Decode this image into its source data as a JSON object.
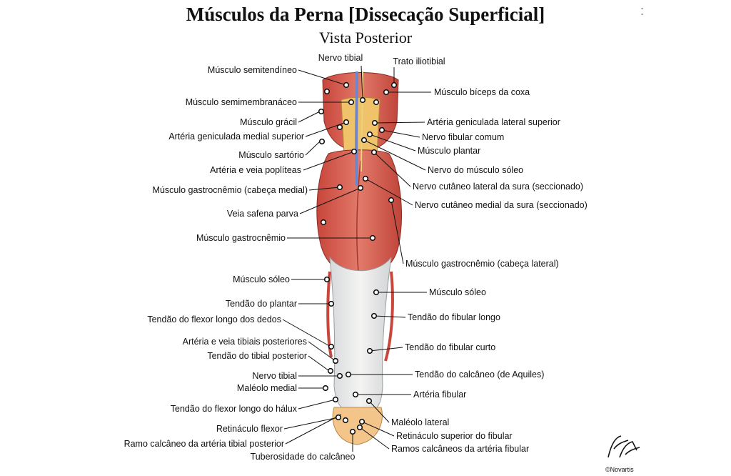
{
  "title": "Músculos da Perna [Dissecação Superficial]",
  "subtitle": "Vista Posterior",
  "corner_mark": ":",
  "signature": "F. Netter",
  "copyright": "©Novartis",
  "labels_left": [
    "Músculo semitendíneo",
    "Músculo semimembranáceo",
    "Músculo grácil",
    "Artéria geniculada medial superior",
    "Músculo sartório",
    "Artéria e veia poplíteas",
    "Músculo gastrocnêmio (cabeça medial)",
    "Veia safena parva",
    "Músculo gastrocnêmio",
    "Músculo sóleo",
    "Tendão do plantar",
    "Tendão do flexor longo dos dedos",
    "Artéria e veia tibiais posteriores",
    "Tendão do tibial posterior",
    "Nervo tibial",
    "Maléolo medial",
    "Tendão do flexor longo do hálux",
    "Retináculo flexor",
    "Ramo calcâneo da artéria tibial posterior",
    "Tuberosidade do calcâneo"
  ],
  "labels_top": [
    "Nervo tibial",
    "Trato iliotibial"
  ],
  "labels_right": [
    "Músculo bíceps da coxa",
    "Artéria geniculada lateral superior",
    "Nervo fibular comum",
    "Músculo plantar",
    "Nervo do músculo sóleo",
    "Nervo cutâneo lateral da sura (seccionado)",
    "Nervo cutâneo medial da sura (seccionado)",
    "Músculo gastrocnêmio (cabeça lateral)",
    "Músculo sóleo",
    "Tendão do fibular longo",
    "Tendão do fibular curto",
    "Tendão do calcâneo (de Aquiles)",
    "Artéria fibular",
    "Maléolo lateral",
    "Retináculo superior do fibular",
    "Ramos calcâneos da artéria fibular"
  ]
}
